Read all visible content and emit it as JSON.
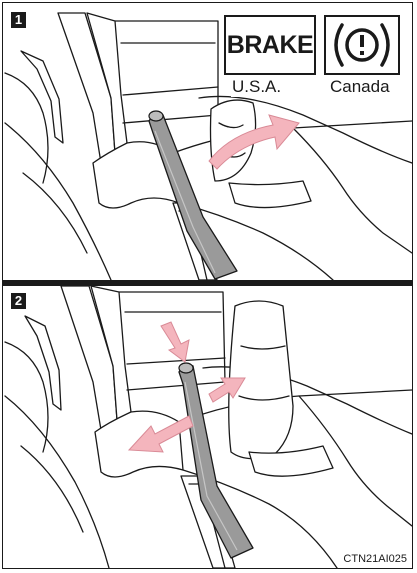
{
  "steps": [
    {
      "number": "1"
    },
    {
      "number": "2"
    }
  ],
  "indicators": {
    "usa": {
      "symbol_text": "BRAKE",
      "caption": "U.S.A."
    },
    "canada": {
      "symbol_text": "(!)",
      "caption": "Canada"
    }
  },
  "figure_code": "CTN21AI025",
  "colors": {
    "line": "#1a1a1a",
    "lever_fill": "#9a9a9a",
    "arrow_fill": "#f4b5bd",
    "arrow_stroke": "#d98a96"
  }
}
